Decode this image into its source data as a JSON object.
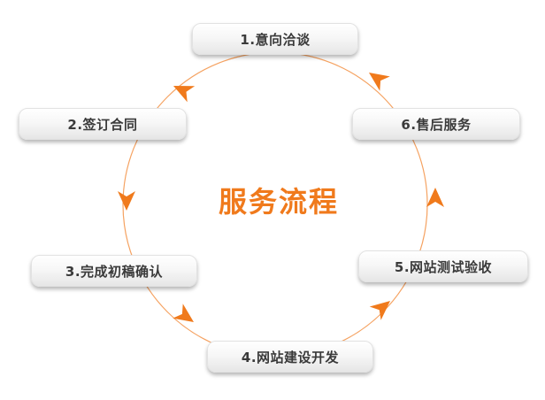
{
  "title": "服务流程",
  "steps": [
    {
      "label": "1.意向洽谈"
    },
    {
      "label": "2.签订合同"
    },
    {
      "label": "3.完成初稿确认"
    },
    {
      "label": "4.网站建设开发"
    },
    {
      "label": "5.网站测试验收"
    },
    {
      "label": "6.售后服务"
    }
  ],
  "colors": {
    "accent": "#f07a1c",
    "ring": "#f5a261",
    "pill_text": "#3a3a3a",
    "pill_bg": "#f4f4f4"
  }
}
